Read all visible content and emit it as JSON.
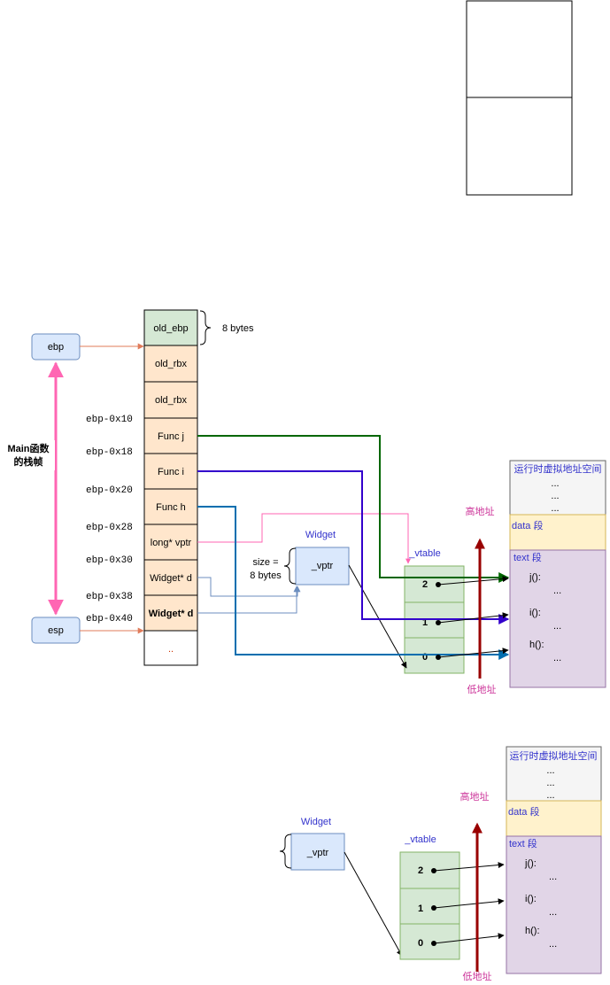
{
  "stack": {
    "cells": [
      "old_ebp",
      "old_rbx",
      "old_rbx",
      "Func j",
      "Func i",
      "Func h",
      "long* vptr",
      "Widget* d",
      "Widget* d",
      ".."
    ],
    "size_note": "8 bytes",
    "offsets": [
      "ebp-0x10",
      "ebp-0x18",
      "ebp-0x20",
      "ebp-0x28",
      "ebp-0x30",
      "ebp-0x38",
      "ebp-0x40"
    ],
    "frame_label_line1": "Main函数",
    "frame_label_line2": "的栈帧"
  },
  "registers": {
    "ebp": "ebp",
    "esp": "esp"
  },
  "widget_top": {
    "title": "Widget",
    "vptr": "_vptr",
    "size_line1": "size =",
    "size_line2": "8 bytes"
  },
  "vtable_top": {
    "title": "_vtable",
    "slots": [
      "2",
      "1",
      "0"
    ]
  },
  "addr_space_top": {
    "title": "运行时虚拟地址空间",
    "dots": [
      "...",
      "...",
      "..."
    ],
    "data_label": "data 段",
    "text_label": "text 段",
    "funcs": [
      "j():",
      "i():",
      "h():"
    ],
    "func_dots": "..."
  },
  "axis_top": {
    "high": "高地址",
    "low": "低地址"
  },
  "widget_bottom": {
    "title": "Widget",
    "vptr": "_vptr"
  },
  "vtable_bottom": {
    "title": "_vtable",
    "slots": [
      "2",
      "1",
      "0"
    ]
  },
  "addr_space_bottom": {
    "title": "运行时虚拟地址空间",
    "dots": [
      "...",
      "...",
      "..."
    ],
    "data_label": "data 段",
    "text_label": "text 段",
    "funcs": [
      "j():",
      "i():",
      "h():"
    ],
    "func_dots": "..."
  },
  "axis_bottom": {
    "high": "高地址",
    "low": "低地址"
  },
  "colors": {
    "stack_top": "#d5e8d4",
    "stack_cell": "#ffe6cc",
    "register_box": "#dae8fc",
    "vtable_cell": "#d5e8d4",
    "data_seg": "#fff2cc",
    "text_seg": "#e1d5e7",
    "title_seg": "#f5f5f5",
    "frame_arrow": "#ff66b3",
    "func_j_link": "#006600",
    "func_i_link": "#3300cc",
    "func_h_link": "#006eaf",
    "axis": "#990000"
  }
}
